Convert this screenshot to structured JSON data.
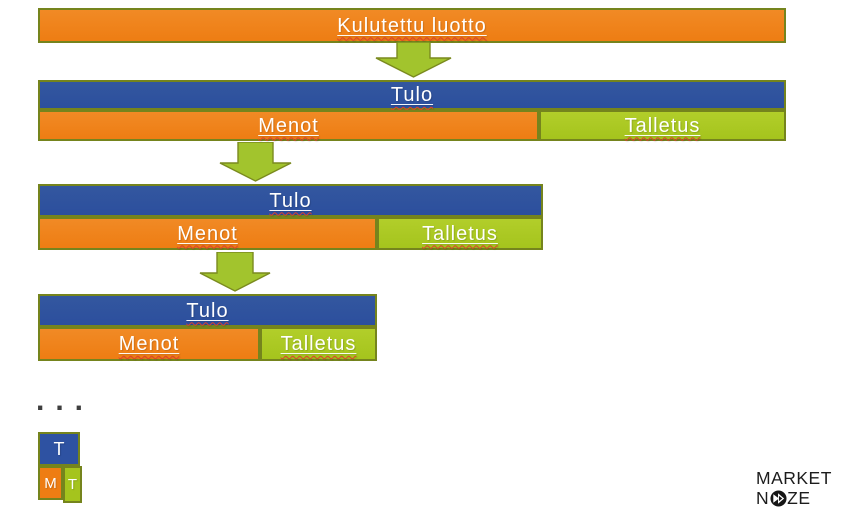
{
  "colors": {
    "orange": "#EE7D13",
    "blue": "#2E52A2",
    "green": "#A5C41D",
    "border_olive": "#75841D",
    "arrow_green": "#A2C42D",
    "squiggle_red": "#E03F2D",
    "logo_black": "#1C1C1C"
  },
  "diagram": {
    "top_bar_label": "Kulutettu luotto",
    "groups": [
      {
        "tulo": "Tulo",
        "menot": "Menot",
        "talletus": "Talletus"
      },
      {
        "tulo": "Tulo",
        "menot": "Menot",
        "talletus": "Talletus"
      },
      {
        "tulo": "Tulo",
        "menot": "Menot",
        "talletus": "Talletus"
      }
    ],
    "ellipsis": "...",
    "mini": {
      "top": "T",
      "left": "M",
      "right": "T"
    }
  },
  "logo": {
    "line1": "MARKET",
    "line2_prefix": "N",
    "line2_suffix": "ZE",
    "icon": "shutter-circle-icon"
  }
}
